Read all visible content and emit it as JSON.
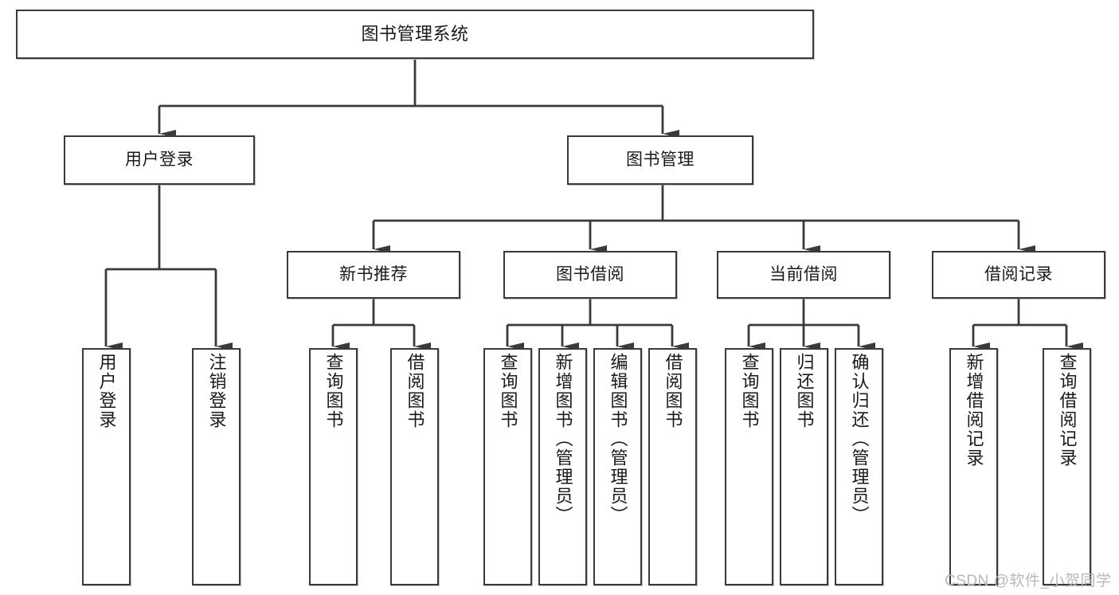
{
  "diagram": {
    "title": "图书管理系统",
    "type": "hierarchy-tree",
    "background": "#ffffff",
    "border_color": "#3a3a3a",
    "text_color": "#1a1a1a"
  },
  "nodes": {
    "root": {
      "label": "图书管理系统"
    },
    "level2": [
      {
        "label": "用户登录"
      },
      {
        "label": "图书管理"
      }
    ],
    "level3": [
      {
        "label": "新书推荐"
      },
      {
        "label": "图书借阅"
      },
      {
        "label": "当前借阅"
      },
      {
        "label": "借阅记录"
      }
    ],
    "leaves_user_login": [
      {
        "label": "用户登录"
      },
      {
        "label": "注销登录"
      }
    ],
    "leaves_new_book": [
      {
        "label": "查询图书"
      },
      {
        "label": "借阅图书"
      }
    ],
    "leaves_borrow": [
      {
        "label": "查询图书"
      },
      {
        "label": "新增图书（管理员）"
      },
      {
        "label": "编辑图书（管理员）"
      },
      {
        "label": "借阅图书"
      }
    ],
    "leaves_current": [
      {
        "label": "查询图书"
      },
      {
        "label": "归还图书"
      },
      {
        "label": "确认归还（管理员）"
      }
    ],
    "leaves_records": [
      {
        "label": "新增借阅记录"
      },
      {
        "label": "查询借阅记录"
      }
    ]
  },
  "watermark": {
    "text": "CSDN @软件_小贺同学",
    "color": "#b9b9b9"
  }
}
